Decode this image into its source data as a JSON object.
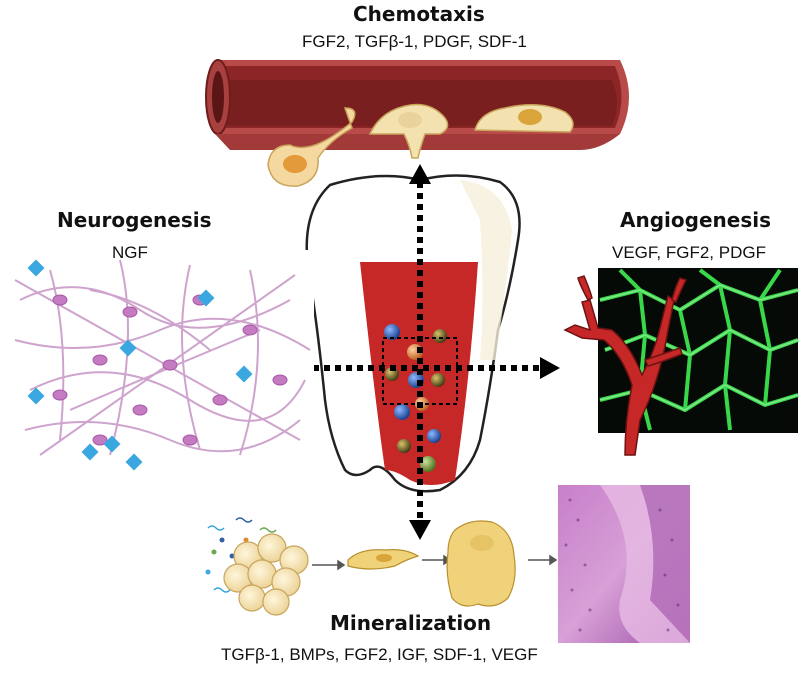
{
  "chemotaxis": {
    "title": "Chemotaxis",
    "factors": "FGF2, TGFβ-1, PDGF, SDF-1"
  },
  "neurogenesis": {
    "title": "Neurogenesis",
    "factors": "NGF"
  },
  "angiogenesis": {
    "title": "Angiogenesis",
    "factors": "VEGF, FGF2, PDGF"
  },
  "mineralization": {
    "title": "Mineralization",
    "factors": "TGFβ-1, BMPs, FGF2, IGF, SDF-1, VEGF"
  },
  "colors": {
    "vessel_wall": "#b84a4a",
    "vessel_lumen": "#7a1f1f",
    "cell": "#f3e1b0",
    "pulp": "#c62828",
    "neuron": "#c99ac8",
    "diamond": "#3aa7e0",
    "vasculature": "#39d84a",
    "histology": "#b557b8"
  },
  "icons": [
    "blood-vessel-icon",
    "tooth-icon",
    "neuron-network-icon",
    "capillary-network-icon",
    "stem-cell-cluster-icon",
    "histology-image"
  ]
}
